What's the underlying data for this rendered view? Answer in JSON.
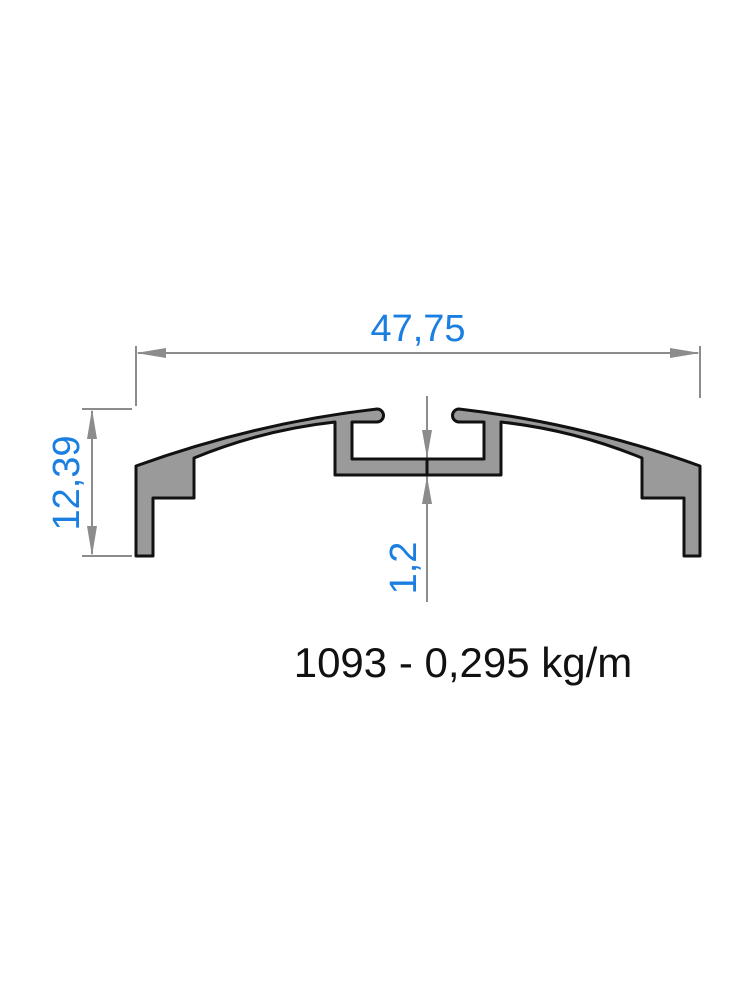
{
  "dimensions": {
    "width_label": "47,75",
    "height_label": "12,39",
    "thickness_label": "1,2"
  },
  "caption": "1093 - 0,295 kg/m",
  "colors": {
    "dimension_text": "#1a7fe0",
    "dimension_line": "#8c8c8c",
    "profile_fill": "#9a9a9a",
    "profile_outline": "#111111",
    "caption_text": "#111111"
  }
}
